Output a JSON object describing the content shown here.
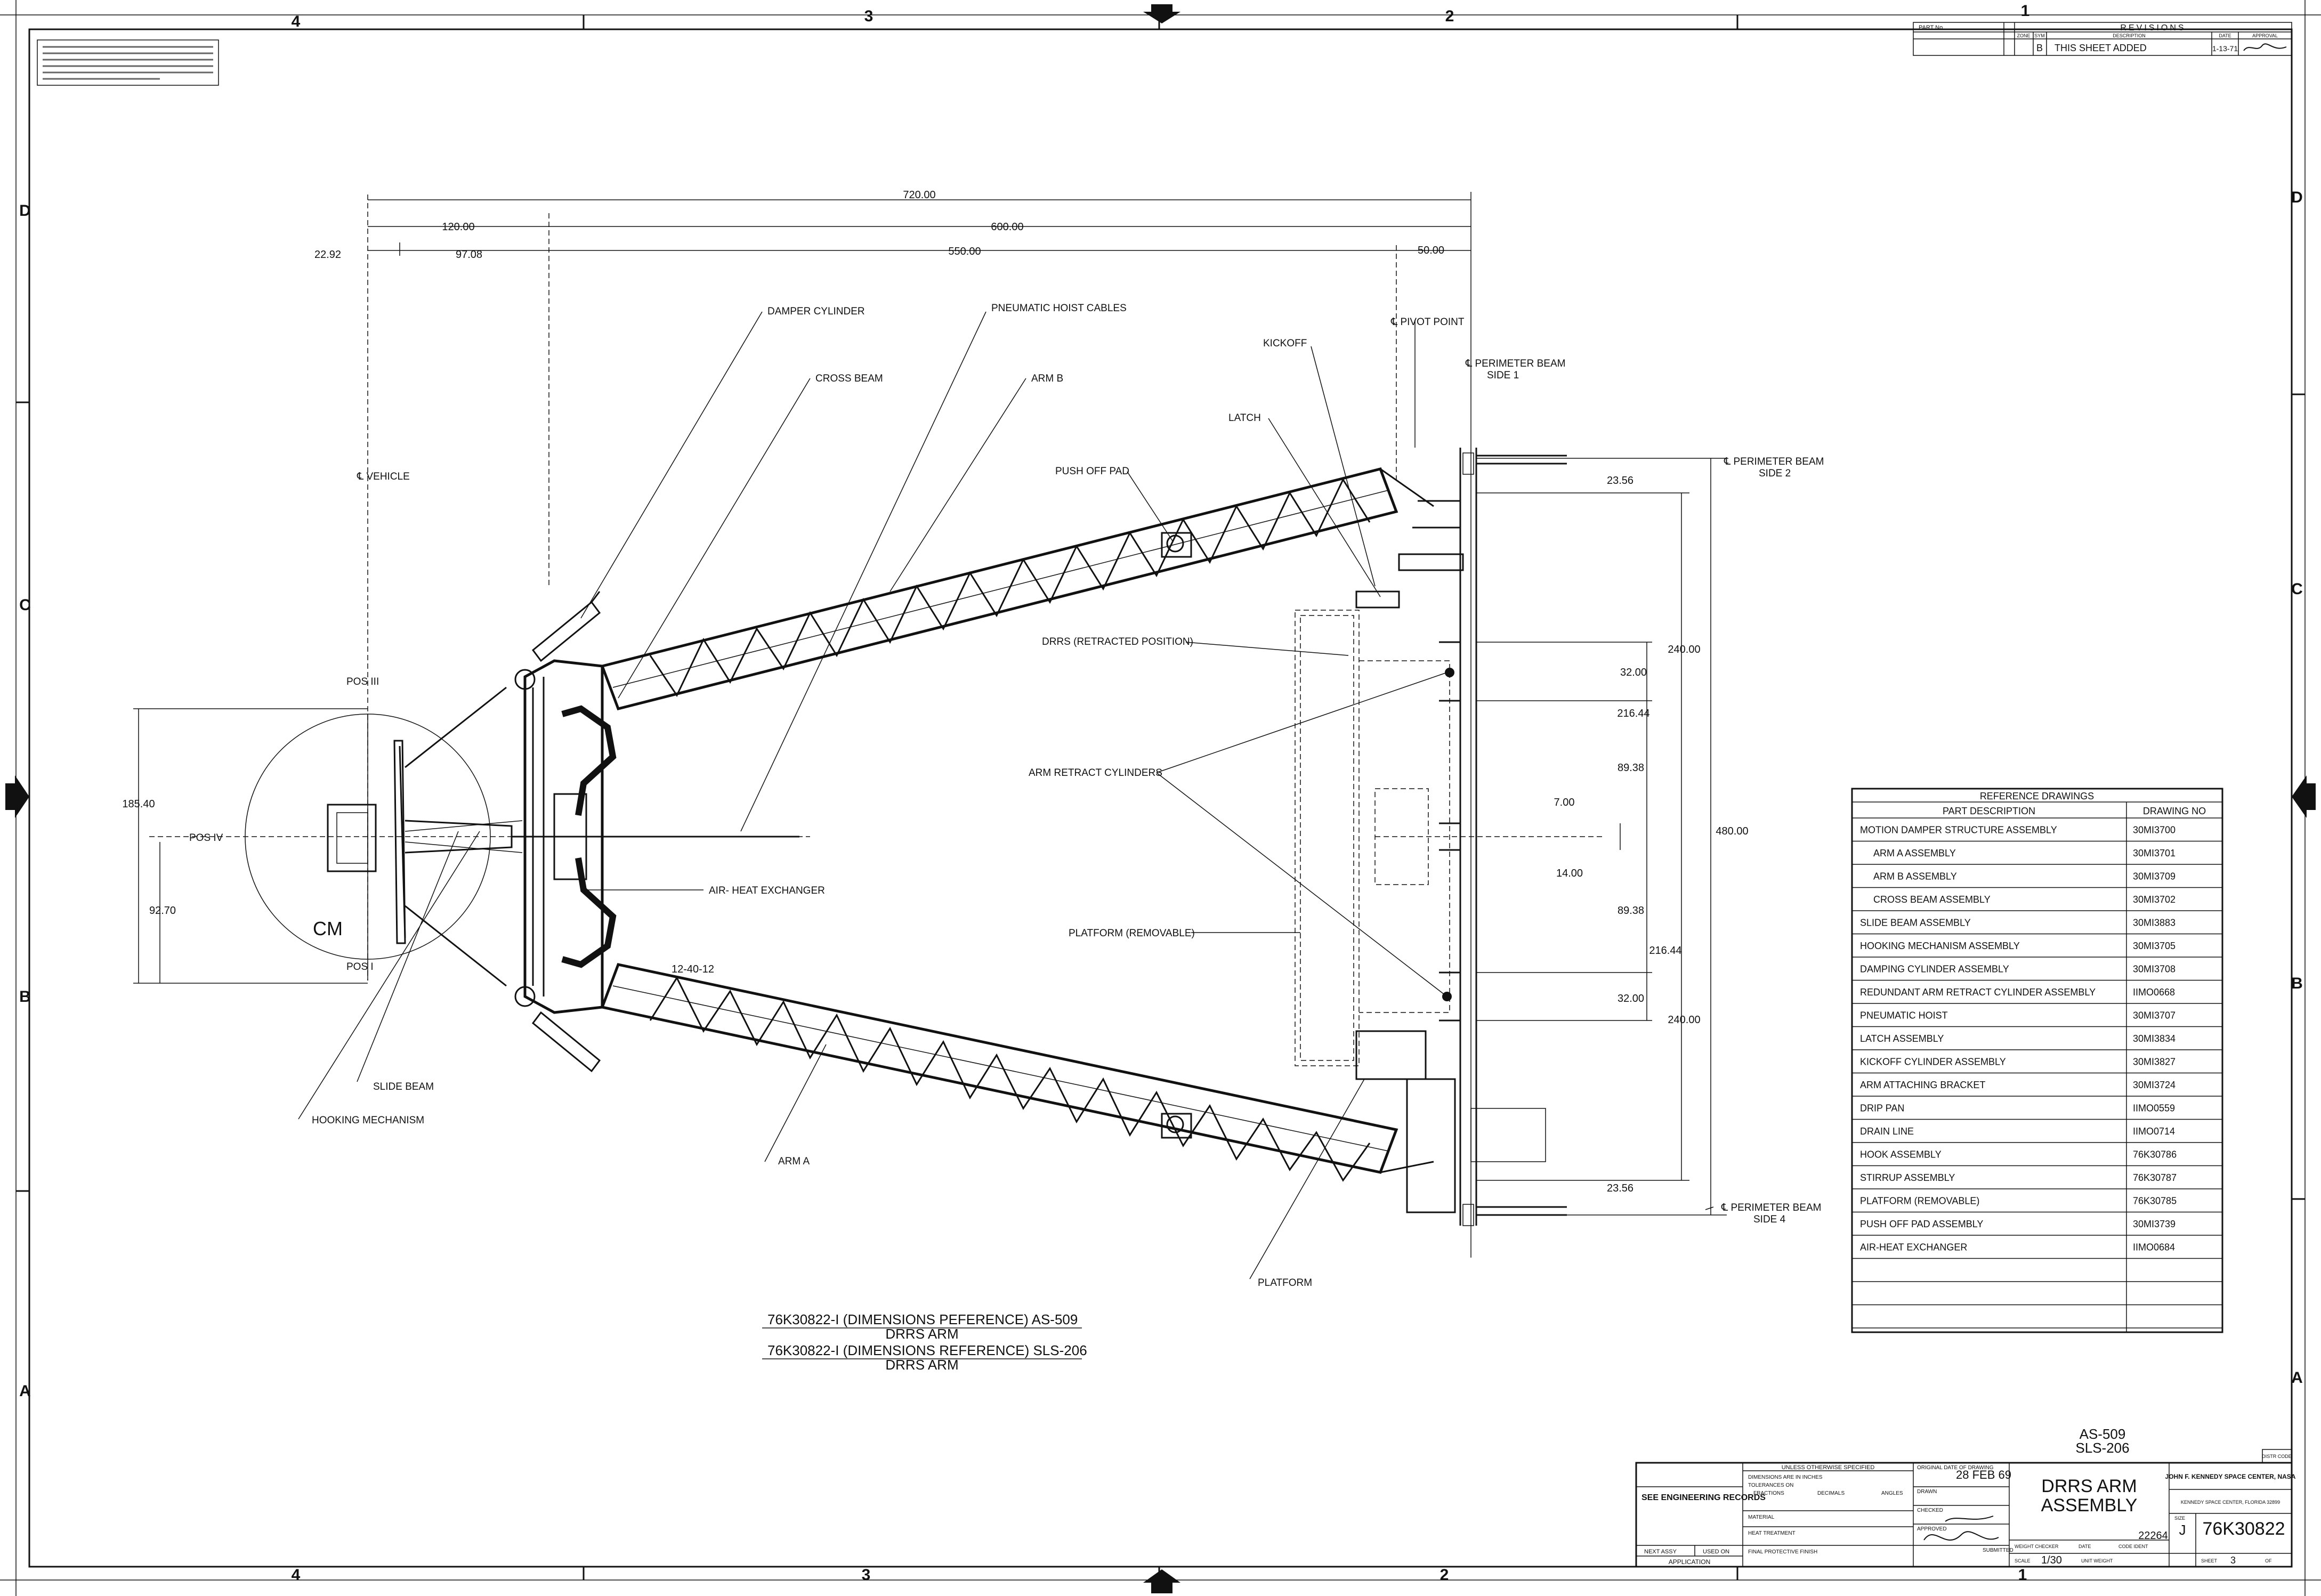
{
  "zones": {
    "top": [
      "4",
      "3",
      "2",
      "1"
    ],
    "bottom": [
      "4",
      "3",
      "2",
      "1"
    ],
    "left": [
      "D",
      "C",
      "B",
      "A"
    ],
    "right": [
      "D",
      "C",
      "B",
      "A"
    ]
  },
  "revisions": {
    "header": "REVISIONS",
    "part_no_label": "PART No.",
    "columns": [
      "ZONE",
      "SYM",
      "DESCRIPTION",
      "DATE",
      "APPROVAL"
    ],
    "row": {
      "sym": "B",
      "description": "THIS SHEET ADDED",
      "date": "1-13-71"
    }
  },
  "dimensions": {
    "d720": "720.00",
    "d600": "600.00",
    "d120": "120.00",
    "d550": "550.00",
    "d2292": "22.92",
    "d9708": "97.08",
    "d50": "50.00",
    "d2356a": "23.56",
    "d240a": "240.00",
    "d3200a": "32.00",
    "d21644a": "216.44",
    "d8938a": "89.38",
    "d700": "7.00",
    "d1400": "14.00",
    "d480": "480.00",
    "d8938b": "89.38",
    "d21644b": "216.44",
    "d3200b": "32.00",
    "d240b": "240.00",
    "d2356b": "23.56",
    "d18540": "185.40",
    "d9270": "92.70",
    "angles": "12-40-12"
  },
  "labels": {
    "damper_cylinder": "DAMPER CYLINDER",
    "pneumatic_hoist_cables": "PNEUMATIC HOIST CABLES",
    "cross_beam": "CROSS BEAM",
    "arm_b": "ARM B",
    "vehicle": "℄ VEHICLE",
    "pivot_point": "℄ PIVOT POINT",
    "kickoff": "KICKOFF",
    "perimeter_beam_side1": "℄ PERIMETER BEAM",
    "side1": "SIDE 1",
    "latch": "LATCH",
    "push_off_pad": "PUSH OFF PAD",
    "perimeter_beam_side2": "℄ PERIMETER BEAM",
    "side2": "SIDE 2",
    "drrs_retracted": "DRRS (RETRACTED POSITION)",
    "arm_retract_cylinders": "ARM RETRACT CYLINDERS",
    "pos3": "POS III",
    "pos4": "POS IV",
    "pos1": "POS I",
    "cm": "CM",
    "air_heat_exchanger": "AIR- HEAT EXCHANGER",
    "platform_removable": "PLATFORM (REMOVABLE)",
    "slide_beam": "SLIDE BEAM",
    "hooking_mechanism": "HOOKING MECHANISM",
    "arm_a": "ARM A",
    "platform": "PLATFORM",
    "perimeter_beam_side4": "℄ PERIMETER BEAM",
    "side4": "SIDE 4"
  },
  "notes": {
    "line1": "76K30822-I (DIMENSIONS PEFERENCE) AS-509",
    "line2": "DRRS ARM",
    "line3": "76K30822-I (DIMENSIONS REFERENCE) SLS-206",
    "line4": "DRRS ARM"
  },
  "reference_drawings": {
    "title": "REFERENCE DRAWINGS",
    "col_desc": "PART DESCRIPTION",
    "col_no": "DRAWING NO",
    "rows": [
      {
        "desc": "MOTION DAMPER STRUCTURE ASSEMBLY",
        "no": "30MI3700"
      },
      {
        "desc": "ARM A ASSEMBLY",
        "no": "30MI3701"
      },
      {
        "desc": "ARM B ASSEMBLY",
        "no": "30MI3709"
      },
      {
        "desc": "CROSS BEAM ASSEMBLY",
        "no": "30MI3702"
      },
      {
        "desc": "SLIDE BEAM ASSEMBLY",
        "no": "30MI3883"
      },
      {
        "desc": "HOOKING MECHANISM ASSEMBLY",
        "no": "30MI3705"
      },
      {
        "desc": "DAMPING CYLINDER ASSEMBLY",
        "no": "30MI3708"
      },
      {
        "desc": "REDUNDANT ARM RETRACT CYLINDER ASSEMBLY",
        "no": "IIMO0668"
      },
      {
        "desc": "PNEUMATIC HOIST",
        "no": "30MI3707"
      },
      {
        "desc": "LATCH ASSEMBLY",
        "no": "30MI3834"
      },
      {
        "desc": "KICKOFF CYLINDER ASSEMBLY",
        "no": "30MI3827"
      },
      {
        "desc": "ARM ATTACHING BRACKET",
        "no": "30MI3724"
      },
      {
        "desc": "DRIP PAN",
        "no": "IIMO0559"
      },
      {
        "desc": "DRAIN LINE",
        "no": "IIMO0714"
      },
      {
        "desc": "HOOK ASSEMBLY",
        "no": "76K30786"
      },
      {
        "desc": "STIRRUP ASSEMBLY",
        "no": "76K30787"
      },
      {
        "desc": "PLATFORM (REMOVABLE)",
        "no": "76K30785"
      },
      {
        "desc": "PUSH OFF PAD ASSEMBLY",
        "no": "30MI3739"
      },
      {
        "desc": "AIR-HEAT EXCHANGER",
        "no": "IIMO0684"
      }
    ]
  },
  "title_block": {
    "vehicles_line1": "AS-509",
    "vehicles_line2": "SLS-206",
    "unless_specified": "UNLESS OTHERWISE SPECIFIED",
    "dims_inches": "DIMENSIONS ARE IN INCHES",
    "tolerances": "TOLERANCES ON",
    "fractions": "FRACTIONS",
    "decimals": "DECIMALS",
    "angles_label": "ANGLES",
    "see_records": "SEE ENGINEERING RECORDS",
    "material": "MATERIAL",
    "heat_treatment": "HEAT TREATMENT",
    "final_protective": "FINAL PROTECTIVE FINISH",
    "next_assy": "NEXT ASSY",
    "used_on": "USED ON",
    "application": "APPLICATION",
    "original_date_label": "ORIGINAL DATE OF DRAWING",
    "original_date": "28 FEB 69",
    "drawn": "DRAWN",
    "checked": "CHECKED",
    "approved": "APPROVED",
    "submitted": "SUBMITTED",
    "title_line1": "DRRS ARM",
    "title_line2": "ASSEMBLY",
    "org_line1": "JOHN F. KENNEDY SPACE CENTER, NASA",
    "org_line2": "KENNEDY SPACE CENTER, FLORIDA 32899",
    "size_label": "SIZE",
    "size": "J",
    "code_label": "CODE IDENT",
    "code": "22264",
    "dwg_no": "76K30822",
    "weight_checker": "WEIGHT CHECKER",
    "date_label": "DATE",
    "scale_label": "SCALE",
    "scale": "1/30",
    "unit_weight": "UNIT WEIGHT",
    "sheet_label": "SHEET",
    "sheet": "3",
    "of_label": "OF",
    "dist_code": "DISTR CODE"
  }
}
